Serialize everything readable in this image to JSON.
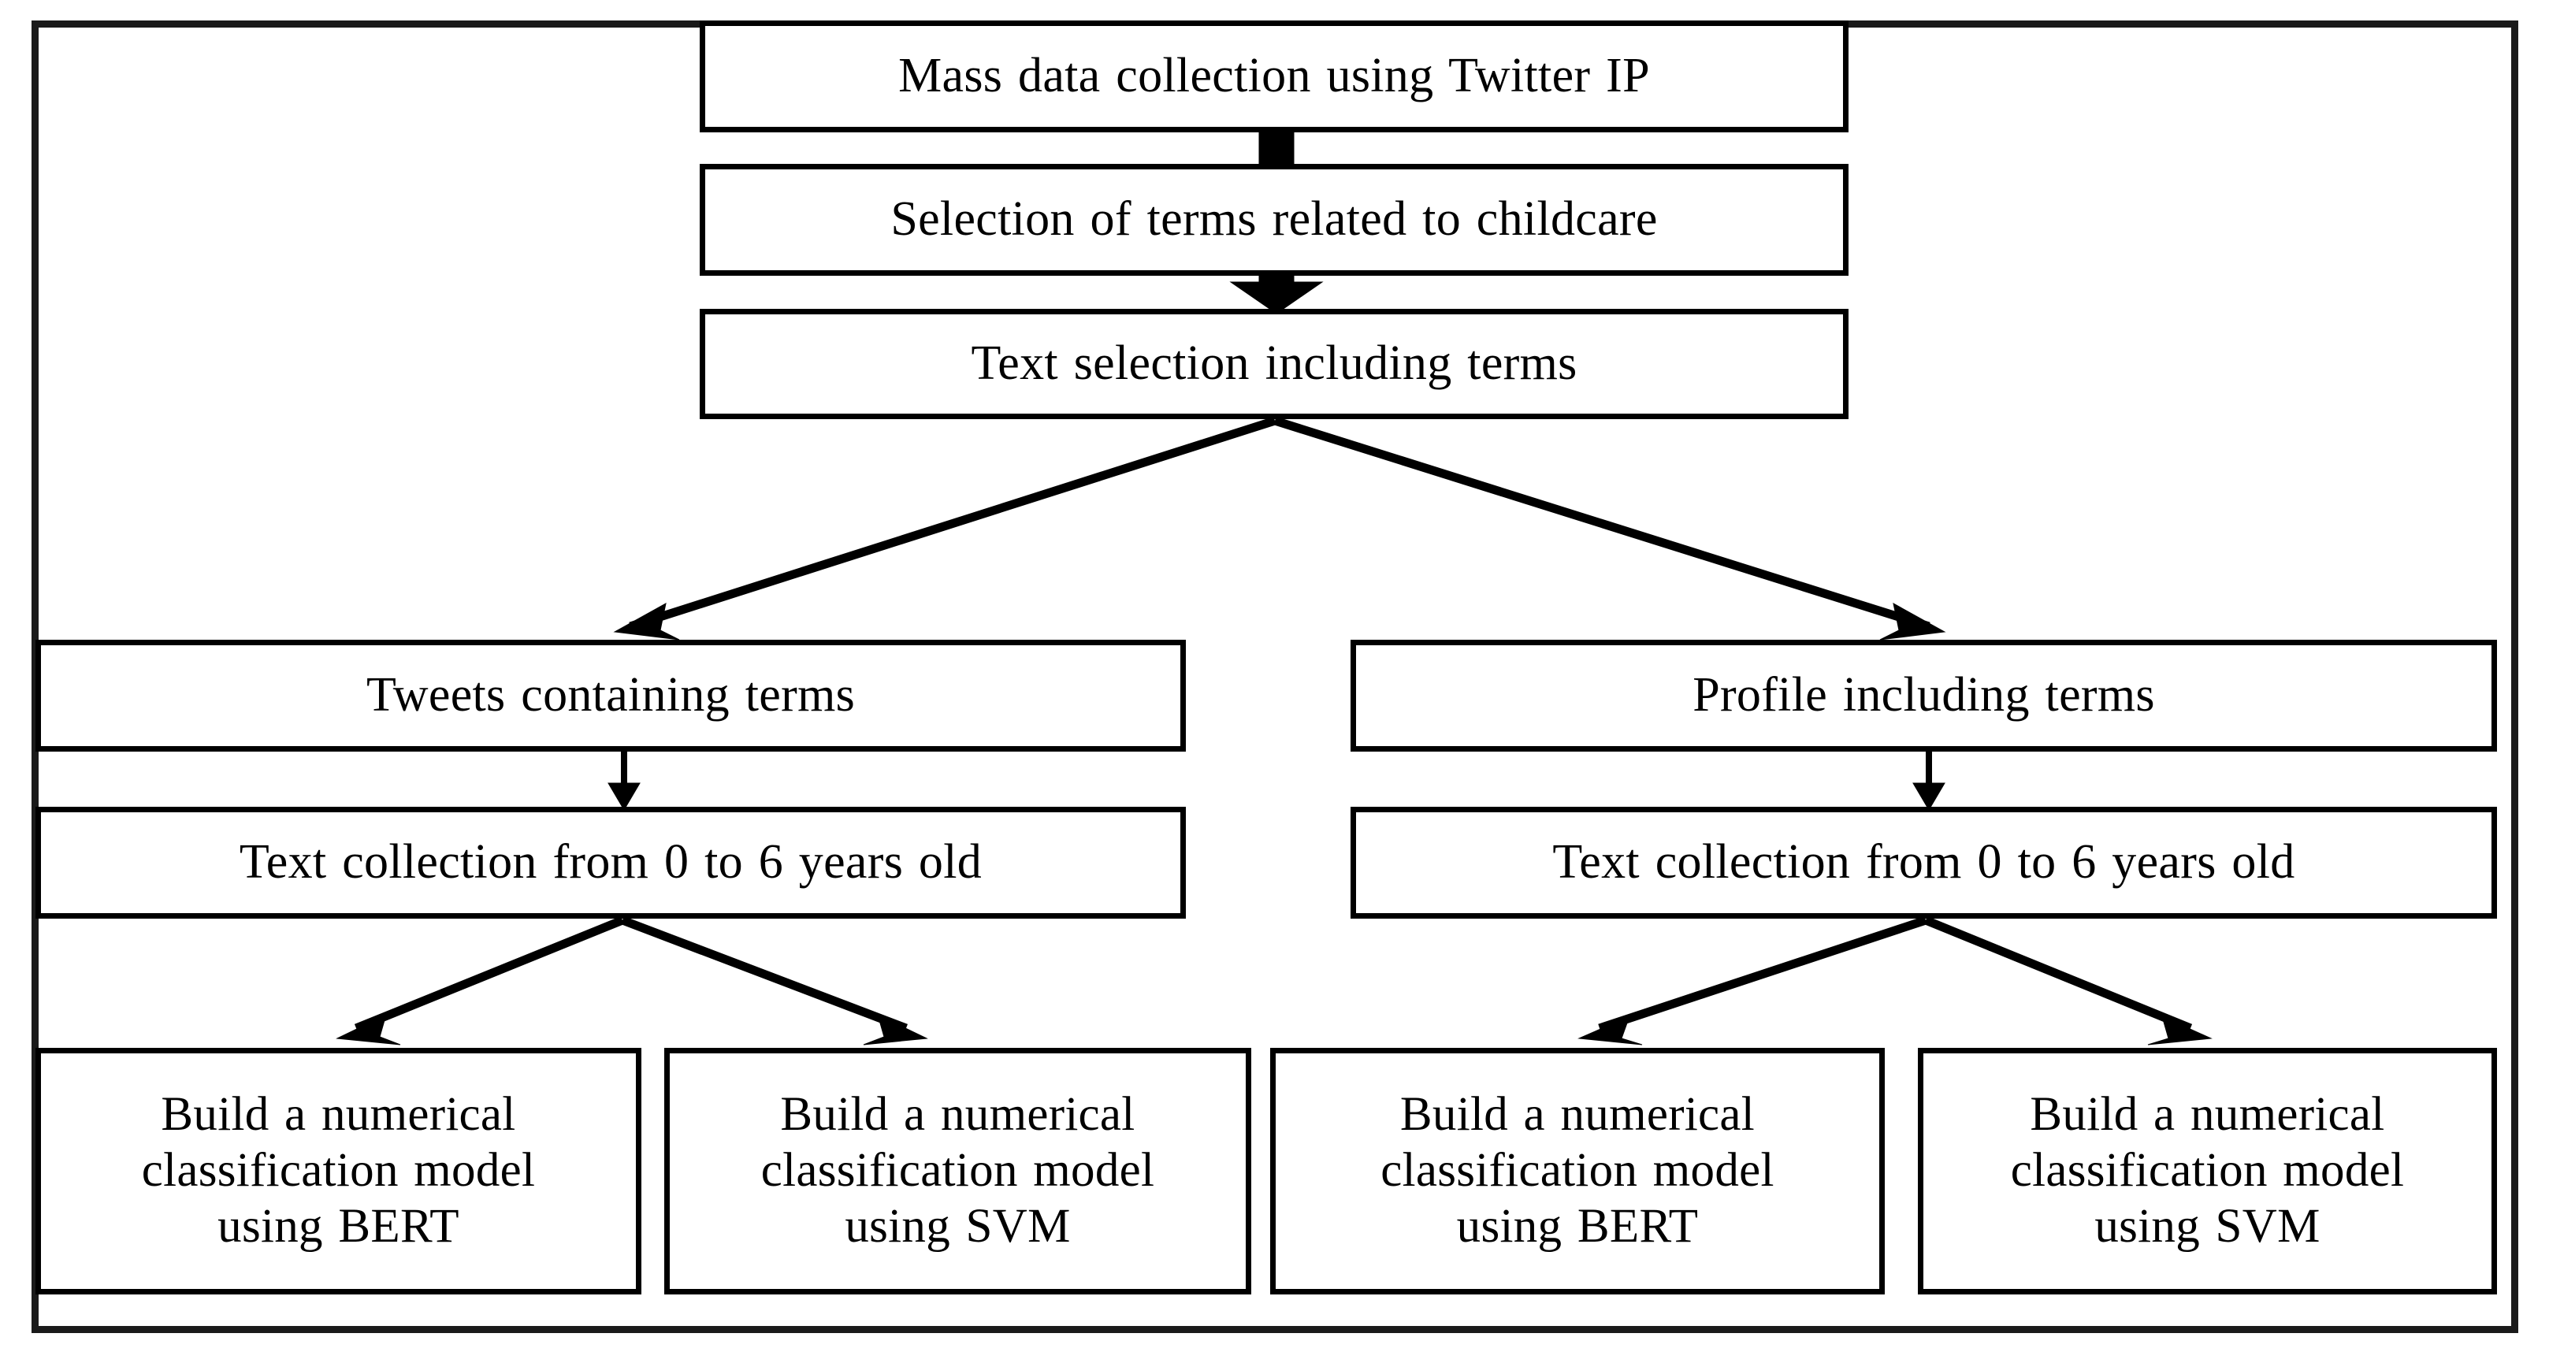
{
  "diagram": {
    "title": "Childcare text classification pipeline flowchart",
    "type": "flowchart",
    "orientation": "top-down",
    "line_color": "#000000",
    "box_fill": "#ffffff",
    "frame_color": "#1a1a1a"
  },
  "nodes": {
    "mass_data": "Mass data collection using Twitter IP",
    "term_selection": "Selection of terms related to childcare",
    "text_selection": "Text selection including terms",
    "tweets_branch": "Tweets containing terms",
    "profile_branch": "Profile including terms",
    "text_collection_left": "Text collection from 0 to 6 years old",
    "text_collection_right": "Text collection from 0 to 6 years old",
    "bert_left_line1": "Build a numerical",
    "bert_left_line2": "classification model",
    "bert_left_line3": "using BERT",
    "svm_left_line1": "Build a numerical",
    "svm_left_line2": "classification model",
    "svm_left_line3": "using SVM",
    "bert_right_line1": "Build a numerical",
    "bert_right_line2": "classification model",
    "bert_right_line3": "using BERT",
    "svm_right_line1": "Build a numerical",
    "svm_right_line2": "classification model",
    "svm_right_line3": "using SVM"
  },
  "edges": [
    {
      "name": "mass-data-to-term-selection",
      "from": "mass_data",
      "to": "term_selection",
      "style": "thick-bar"
    },
    {
      "name": "term-selection-to-text-selection",
      "from": "term_selection",
      "to": "text_selection",
      "style": "thick-arrow"
    },
    {
      "name": "text-selection-to-tweets",
      "from": "text_selection",
      "to": "tweets_branch",
      "style": "diagonal-arrow"
    },
    {
      "name": "text-selection-to-profile",
      "from": "text_selection",
      "to": "profile_branch",
      "style": "diagonal-arrow"
    },
    {
      "name": "tweets-to-text-collection-left",
      "from": "tweets_branch",
      "to": "text_collection_left",
      "style": "vertical-arrow"
    },
    {
      "name": "profile-to-text-collection-right",
      "from": "profile_branch",
      "to": "text_collection_right",
      "style": "vertical-arrow"
    },
    {
      "name": "text-collection-left-to-bert-left",
      "from": "text_collection_left",
      "to": "bert_left",
      "style": "diagonal-arrow"
    },
    {
      "name": "text-collection-left-to-svm-left",
      "from": "text_collection_left",
      "to": "svm_left",
      "style": "diagonal-arrow"
    },
    {
      "name": "text-collection-right-to-bert-right",
      "from": "text_collection_right",
      "to": "bert_right",
      "style": "diagonal-arrow"
    },
    {
      "name": "text-collection-right-to-svm-right",
      "from": "text_collection_right",
      "to": "svm_right",
      "style": "diagonal-arrow"
    }
  ]
}
